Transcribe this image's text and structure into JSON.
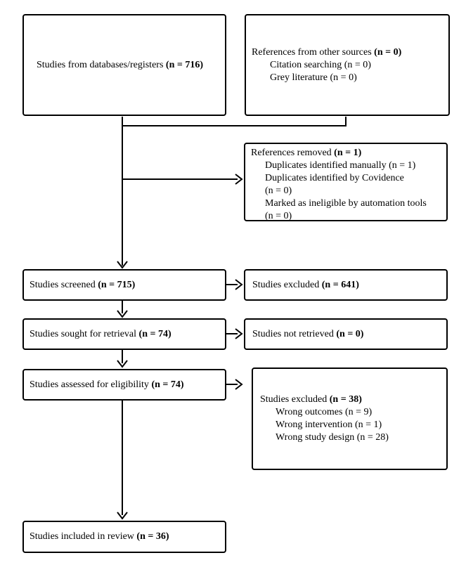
{
  "diagram": {
    "kind": "prisma-flow-diagram",
    "colors": {
      "line": "#000000",
      "background": "#ffffff",
      "text": "#000000"
    },
    "boxes": {
      "databases": {
        "label": "Studies from databases/registers",
        "count": "(n = 716)"
      },
      "other_sources": {
        "label": "References from other sources",
        "count": "(n = 0)",
        "sub": [
          "Citation searching (n = 0)",
          "Grey literature (n = 0)"
        ]
      },
      "references_removed": {
        "label": "References removed",
        "count": "(n = 1)",
        "sub": [
          "Duplicates identified manually (n = 1)",
          "Duplicates identified by Covidence",
          "(n = 0)",
          "Marked as ineligible by automation tools",
          "(n = 0)"
        ]
      },
      "screened": {
        "label": "Studies screened",
        "count": "(n = 715)"
      },
      "excluded_screening": {
        "label": "Studies excluded",
        "count": "(n = 641)"
      },
      "sought": {
        "label": "Studies sought for retrieval",
        "count": "(n = 74)"
      },
      "not_retrieved": {
        "label": "Studies not retrieved",
        "count": "(n = 0)"
      },
      "assessed": {
        "label": "Studies assessed for eligibility",
        "count": "(n = 74)"
      },
      "excluded_eligibility": {
        "label": "Studies excluded",
        "count": "(n = 38)",
        "sub": [
          "Wrong outcomes (n = 9)",
          "Wrong intervention (n = 1)",
          "Wrong study design (n = 28)"
        ]
      },
      "included": {
        "label": "Studies included in review",
        "count": "(n = 36)"
      }
    }
  }
}
